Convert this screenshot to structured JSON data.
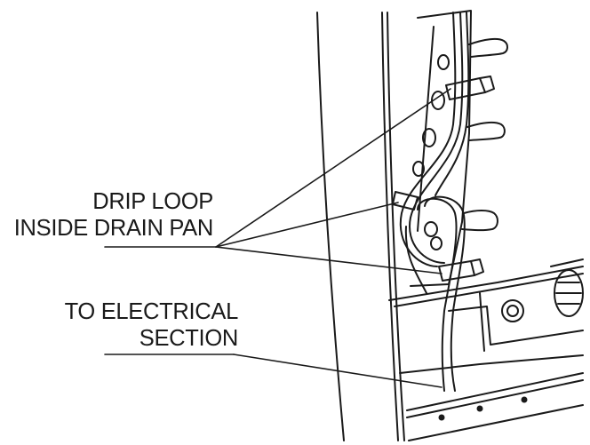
{
  "callouts": {
    "drip_loop": {
      "line1": "DRIP LOOP",
      "line2": "INSIDE DRAIN PAN"
    },
    "electrical": {
      "line1": "TO ELECTRICAL",
      "line2": "SECTION"
    }
  },
  "colors": {
    "stroke": "#1a1a1a",
    "background": "#ffffff",
    "hole_fill": "#1a1a1a"
  }
}
